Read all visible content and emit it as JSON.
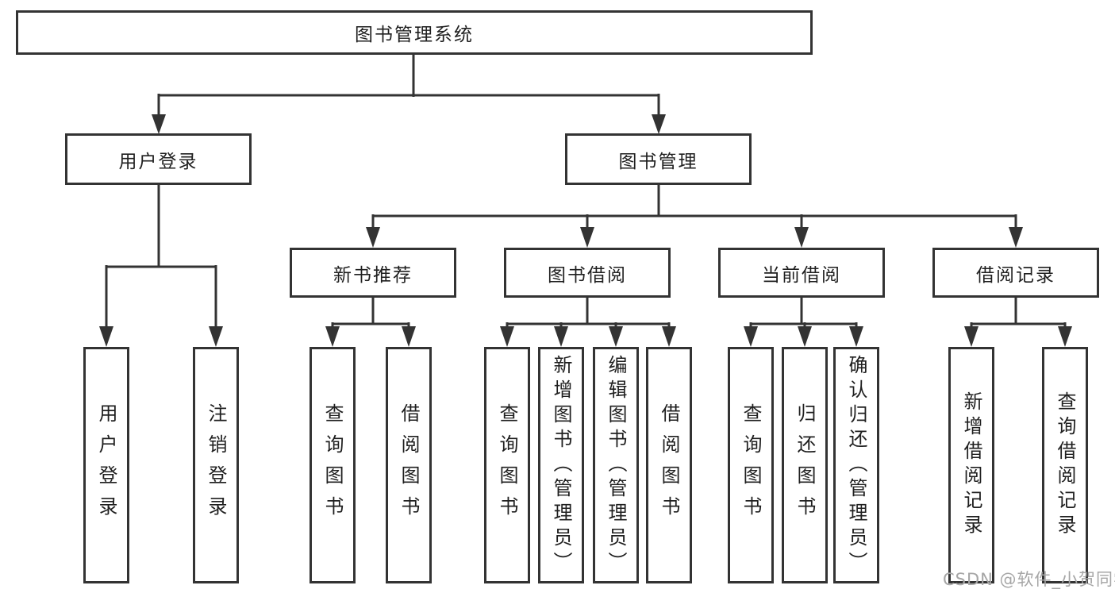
{
  "diagram": {
    "root": {
      "label": "图书管理系统"
    },
    "level2": [
      {
        "label": "用户登录"
      },
      {
        "label": "图书管理"
      }
    ],
    "level3": [
      {
        "label": "新书推荐"
      },
      {
        "label": "图书借阅"
      },
      {
        "label": "当前借阅"
      },
      {
        "label": "借阅记录"
      }
    ],
    "leaves": [
      {
        "label": "用户登录"
      },
      {
        "label": "注销登录"
      },
      {
        "label": "查询图书"
      },
      {
        "label": "借阅图书"
      },
      {
        "label": "查询图书"
      },
      {
        "label": "新增图书（管理员）"
      },
      {
        "label": "编辑图书（管理员）"
      },
      {
        "label": "借阅图书"
      },
      {
        "label": "查询图书"
      },
      {
        "label": "归还图书"
      },
      {
        "label": "确认归还（管理员）"
      },
      {
        "label": "新增借阅记录"
      },
      {
        "label": "查询借阅记录"
      }
    ]
  },
  "watermark": {
    "text": "CSDN @软件_小贺同学"
  },
  "colors": {
    "line": "#333333",
    "text": "#1f1f1f",
    "box_background": "#ffffff",
    "watermark": "#a6a6a6",
    "page_background": "#ffffff"
  }
}
